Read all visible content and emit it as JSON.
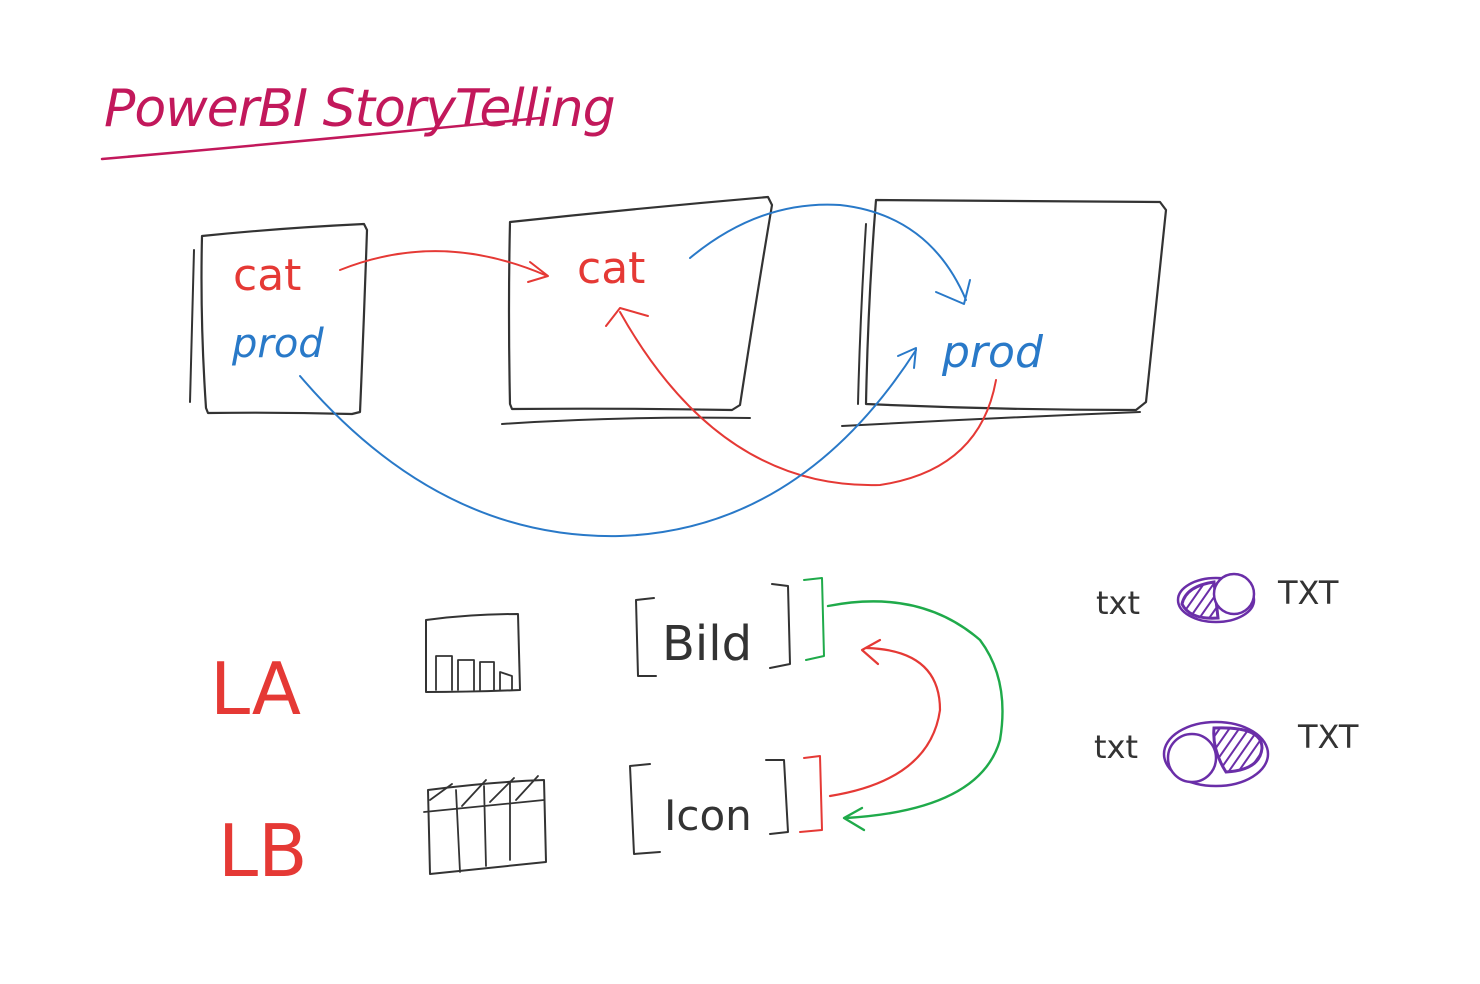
{
  "title": "PowerBI StoryTelling",
  "colors": {
    "title": "#c2185b",
    "black": "#333333",
    "red": "#e53935",
    "blue": "#2979c8",
    "green": "#1faa4a",
    "purple": "#6a2ea8"
  },
  "top_row": {
    "box1": {
      "cat": "cat",
      "prod": "prod"
    },
    "box2": {
      "cat": "cat"
    },
    "box3": {
      "prod": "prod"
    }
  },
  "bottom_row": {
    "layer_a": "LA",
    "layer_b": "LB",
    "bild": "Bild",
    "icon": "Icon"
  },
  "toggles": [
    {
      "left": "txt",
      "right": "TXT",
      "filled_side": "left"
    },
    {
      "left": "txt",
      "right": "TXT",
      "filled_side": "right"
    }
  ]
}
